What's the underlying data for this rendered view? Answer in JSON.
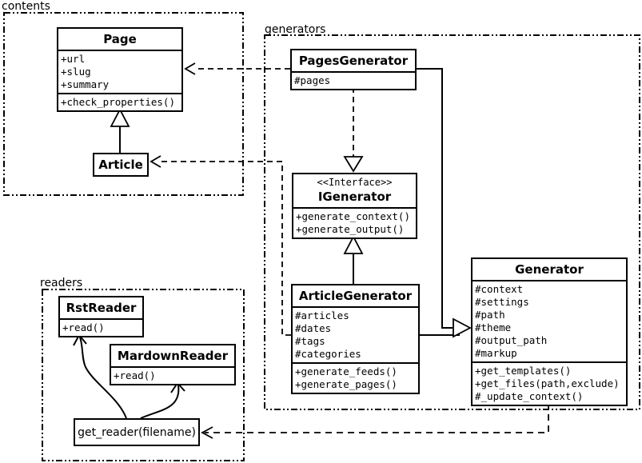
{
  "packages": [
    {
      "id": "contents",
      "label": "contents"
    },
    {
      "id": "generators",
      "label": "generators"
    },
    {
      "id": "readers",
      "label": "readers"
    }
  ],
  "classes": [
    {
      "id": "page",
      "package": "contents",
      "name": "Page",
      "attributes": [
        "+url",
        "+slug",
        "+summary"
      ],
      "methods": [
        "+check_properties()"
      ]
    },
    {
      "id": "article",
      "package": "contents",
      "name": "Article",
      "attributes": [],
      "methods": []
    },
    {
      "id": "pages_generator",
      "package": "generators",
      "name": "PagesGenerator",
      "attributes": [
        "#pages"
      ],
      "methods": []
    },
    {
      "id": "igenerator",
      "package": "generators",
      "stereotype": "<<Interface>>",
      "name": "IGenerator",
      "attributes": [],
      "methods": [
        "+generate_context()",
        "+generate_output()"
      ]
    },
    {
      "id": "article_generator",
      "package": "generators",
      "name": "ArticleGenerator",
      "attributes": [
        "#articles",
        "#dates",
        "#tags",
        "#categories"
      ],
      "methods": [
        "+generate_feeds()",
        "+generate_pages()"
      ]
    },
    {
      "id": "generator",
      "package": "generators",
      "name": "Generator",
      "attributes": [
        "#context",
        "#settings",
        "#path",
        "#theme",
        "#output_path",
        "#markup"
      ],
      "methods": [
        "+get_templates()",
        "+get_files(path,exclude)",
        "#_update_context()"
      ]
    },
    {
      "id": "rst_reader",
      "package": "readers",
      "name": "RstReader",
      "attributes": [],
      "methods": [
        "+read()"
      ]
    },
    {
      "id": "mardown_reader",
      "package": "readers",
      "name": "MardownReader",
      "attributes": [],
      "methods": [
        "+read()"
      ]
    }
  ],
  "nodes": [
    {
      "id": "get_reader",
      "package": "readers",
      "label": "get_reader(filename)"
    }
  ],
  "relationships": [
    {
      "from": "Article",
      "to": "Page",
      "type": "inheritance"
    },
    {
      "from": "PagesGenerator",
      "to": "Page",
      "type": "dependency"
    },
    {
      "from": "ArticleGenerator",
      "to": "Article",
      "type": "dependency"
    },
    {
      "from": "PagesGenerator",
      "to": "IGenerator",
      "type": "realization"
    },
    {
      "from": "ArticleGenerator",
      "to": "IGenerator",
      "type": "realization"
    },
    {
      "from": "PagesGenerator",
      "to": "Generator",
      "type": "inheritance"
    },
    {
      "from": "ArticleGenerator",
      "to": "Generator",
      "type": "inheritance"
    },
    {
      "from": "Generator",
      "to": "get_reader(filename)",
      "type": "dependency"
    },
    {
      "from": "get_reader(filename)",
      "to": "RstReader",
      "type": "call"
    },
    {
      "from": "get_reader(filename)",
      "to": "MardownReader",
      "type": "call"
    }
  ],
  "colors": {
    "line": "#000000",
    "background": "#ffffff",
    "box_fill": "#ffffff",
    "text": "#000000"
  }
}
